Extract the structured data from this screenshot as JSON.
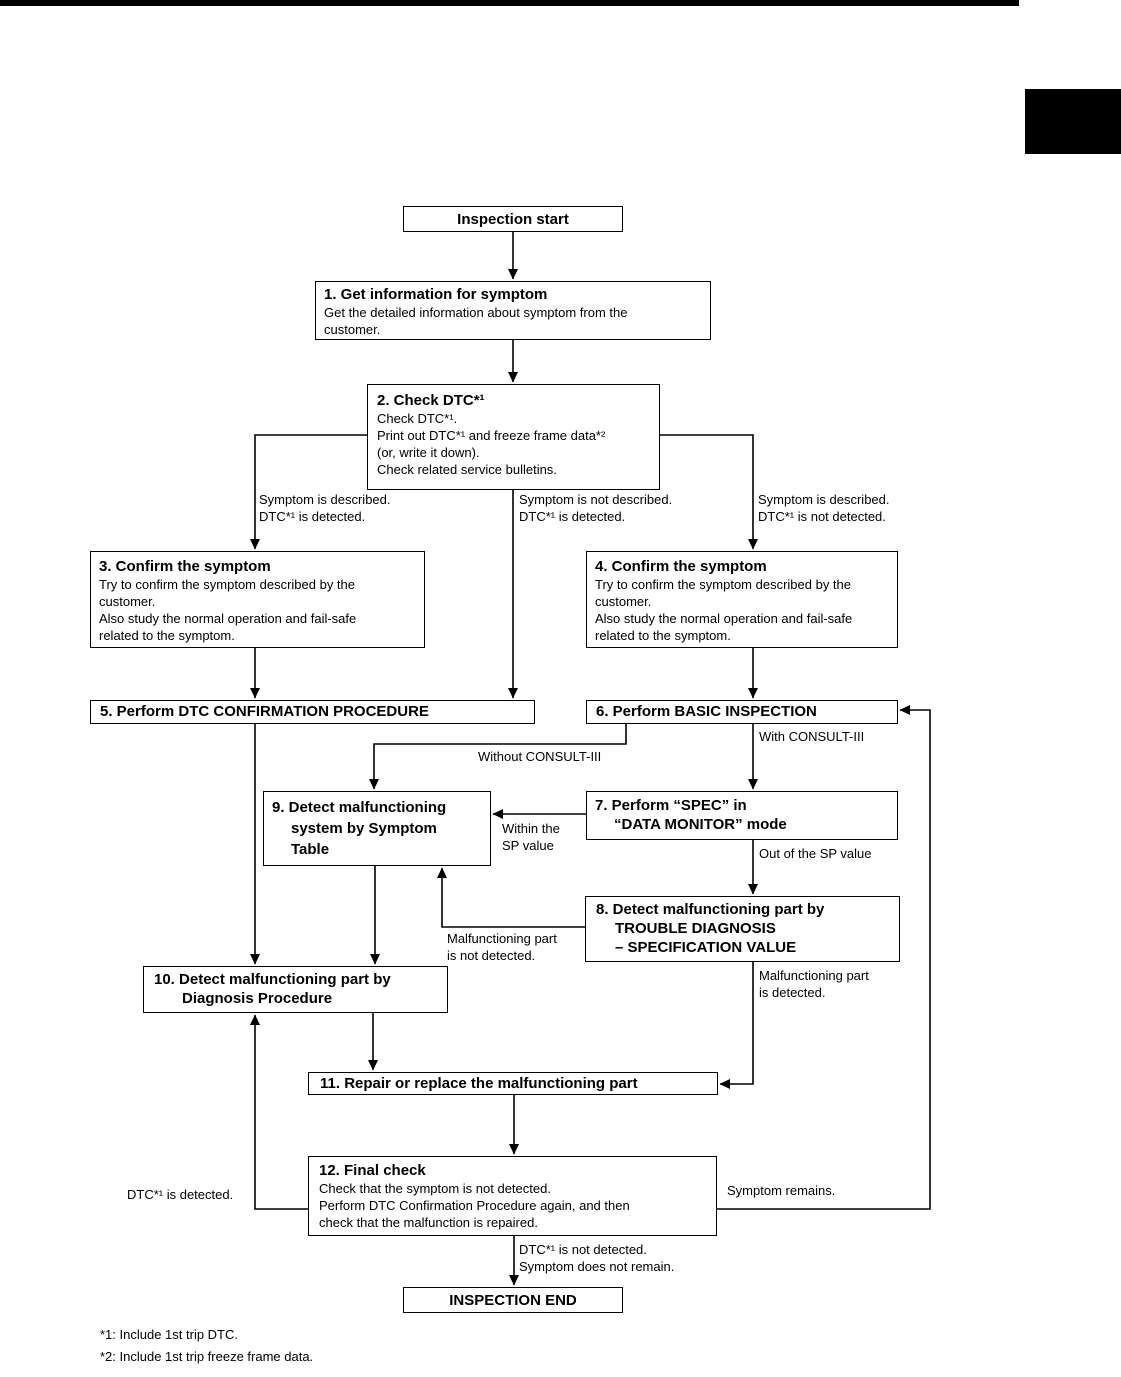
{
  "page": {
    "footnote1": "*1: Include 1st trip DTC.",
    "footnote2": "*2: Include 1st trip freeze frame data."
  },
  "flowchart": {
    "colors": {
      "line": "#000000",
      "box_border": "#000000",
      "background": "#ffffff"
    },
    "nodes": {
      "start": {
        "label": "Inspection start"
      },
      "step1": {
        "title": "1. Get information for symptom",
        "body": "Get the detailed information about symptom from the\ncustomer."
      },
      "step2": {
        "title": "2. Check DTC*¹",
        "body": "Check DTC*¹.\nPrint out DTC*¹ and freeze frame data*²\n(or, write it down).\nCheck related service bulletins."
      },
      "step3": {
        "title": "3. Confirm the symptom",
        "body": "Try to confirm the symptom described by the\ncustomer.\nAlso study the normal operation and fail-safe\nrelated to the symptom."
      },
      "step4": {
        "title": "4. Confirm the symptom",
        "body": "Try to confirm the symptom described by the\ncustomer.\nAlso study the normal operation and fail-safe\nrelated to the symptom."
      },
      "step5": {
        "title": "5. Perform DTC CONFIRMATION PROCEDURE"
      },
      "step6": {
        "title": "6. Perform BASIC INSPECTION"
      },
      "step7": {
        "title": "7. Perform “SPEC” in\n“DATA MONITOR” mode"
      },
      "step8": {
        "title": "8. Detect malfunctioning part by\nTROUBLE DIAGNOSIS\n– SPECIFICATION VALUE"
      },
      "step9": {
        "title": "9. Detect malfunctioning\nsystem by Symptom\nTable"
      },
      "step10": {
        "title": "10. Detect malfunctioning part by\nDiagnosis Procedure"
      },
      "step11": {
        "title": "11. Repair or replace the malfunctioning part"
      },
      "step12": {
        "title": "12. Final check",
        "body": "Check that the symptom is not detected.\nPerform DTC Confirmation Procedure again, and then\ncheck that the malfunction is repaired."
      },
      "end": {
        "label": "INSPECTION END"
      }
    },
    "edge_labels": {
      "branch_left": "Symptom is described.\nDTC*¹ is detected.",
      "branch_center": "Symptom is not described.\nDTC*¹ is detected.",
      "branch_right": "Symptom is described.\nDTC*¹ is not detected.",
      "with_consult": "With CONSULT-III",
      "without_consult": "Without CONSULT-III",
      "within_sp": "Within the\nSP value",
      "out_sp": "Out of the SP value",
      "part_not_detected": "Malfunctioning part\nis not detected.",
      "part_detected": "Malfunctioning part\nis detected.",
      "dtc_detected": "DTC*¹ is detected.",
      "symptom_remains": "Symptom remains.",
      "final_ok": "DTC*¹ is not detected.\nSymptom does not remain."
    }
  }
}
